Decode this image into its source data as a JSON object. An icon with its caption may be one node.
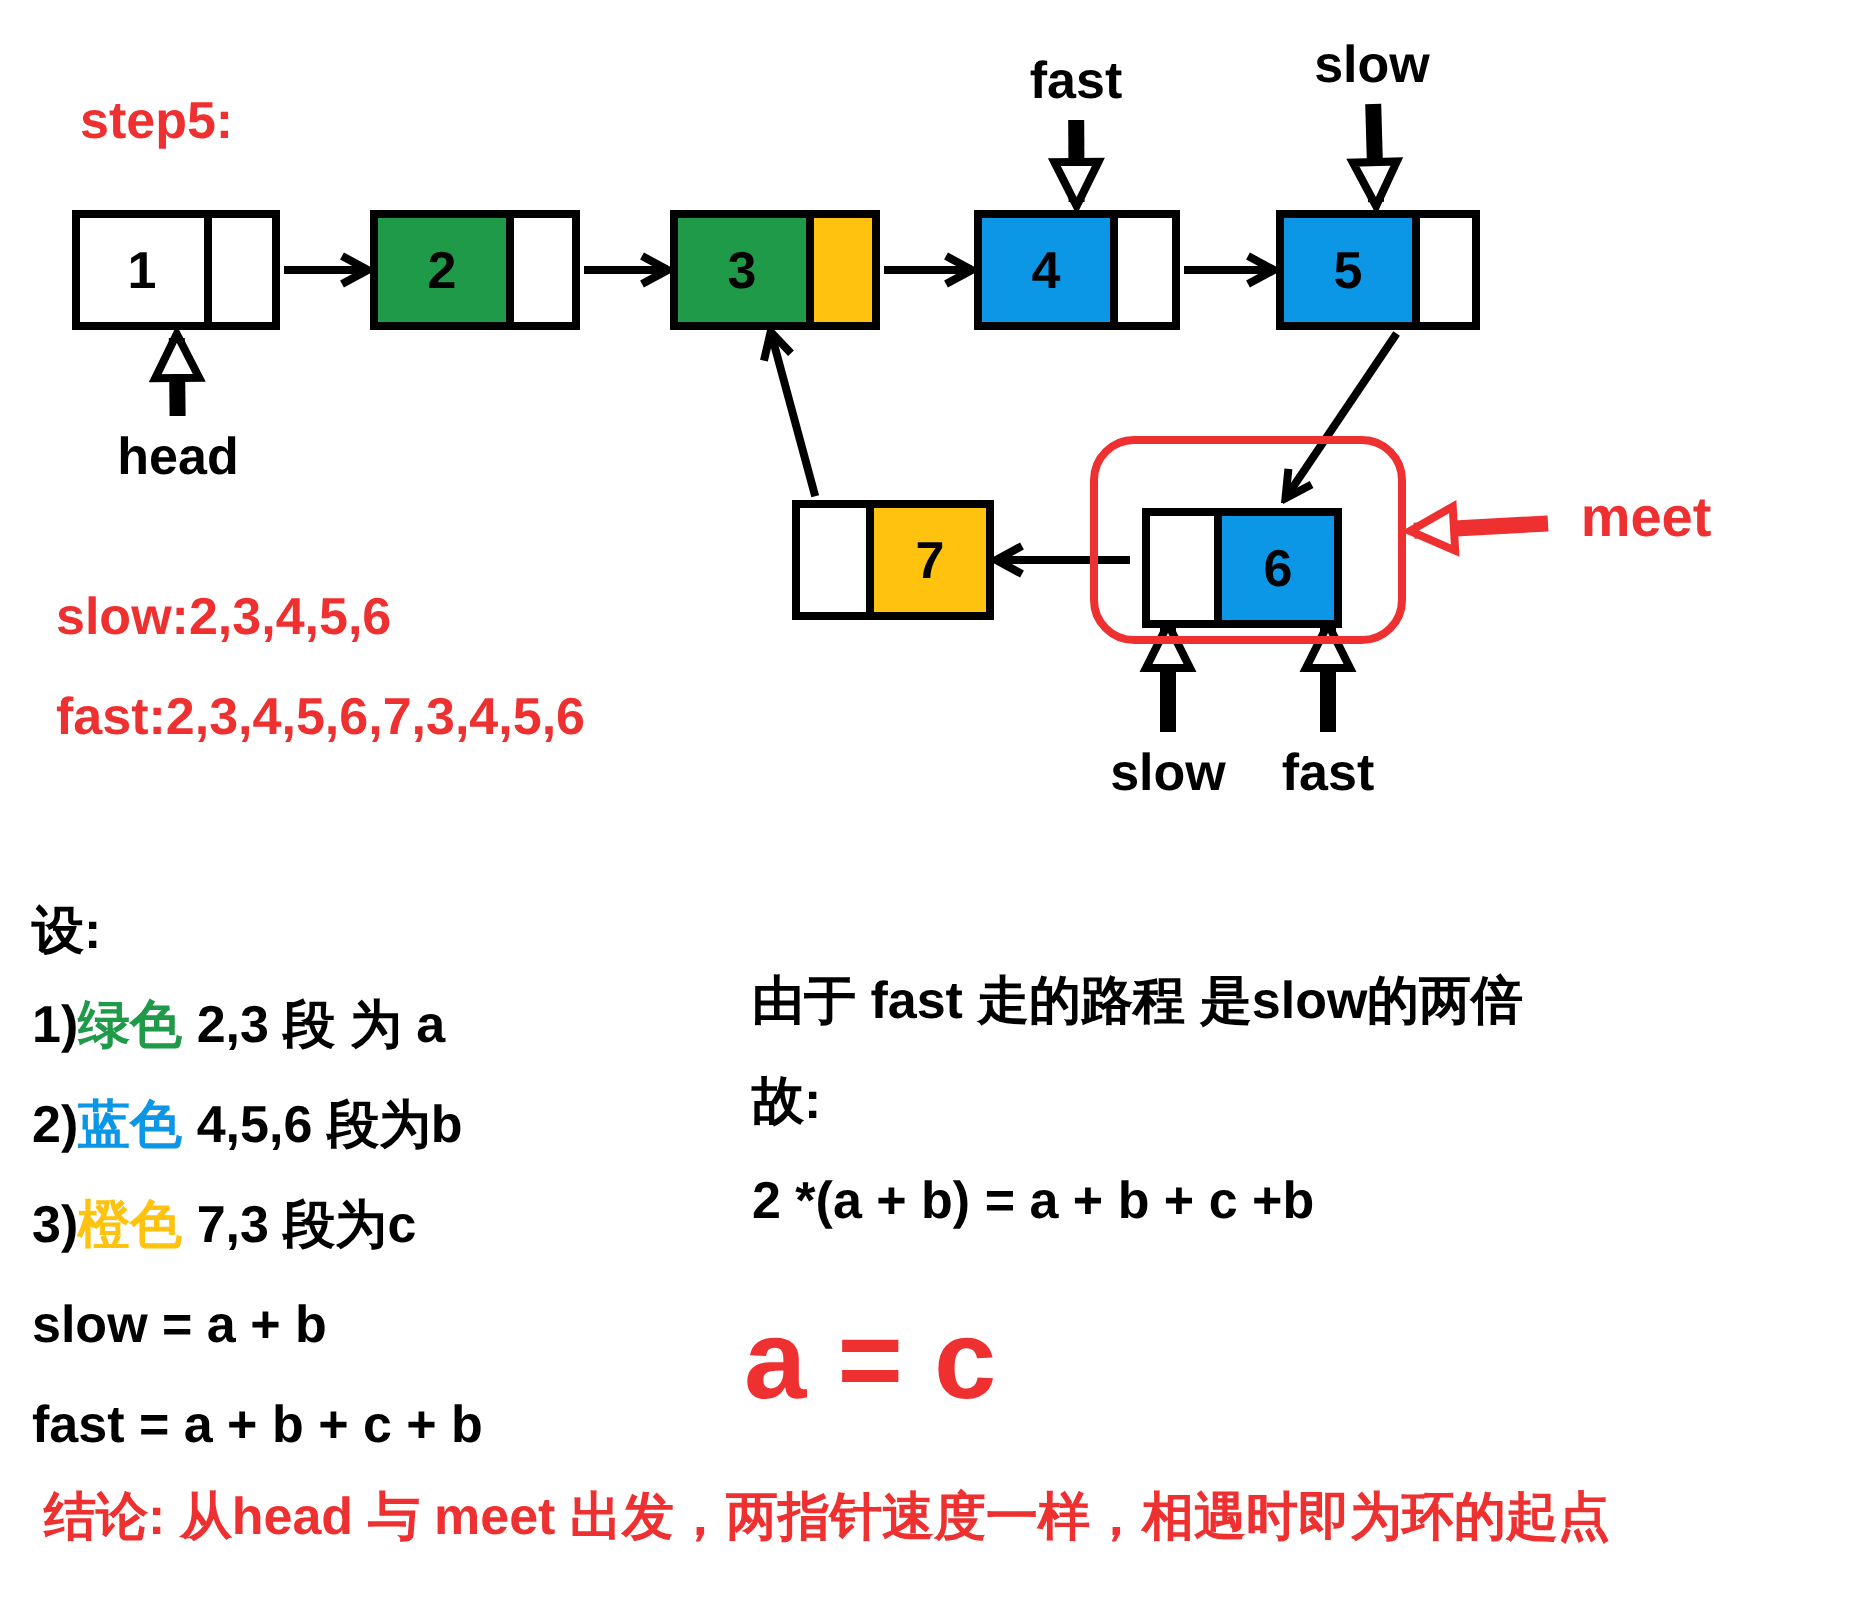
{
  "diagram": {
    "nodes": [
      {
        "text": [
          "1"
        ]
      },
      {
        "text": [
          "2"
        ]
      },
      {
        "text": [
          "3"
        ]
      },
      {
        "text": [
          "4"
        ]
      },
      {
        "text": [
          "5"
        ]
      },
      {
        "text": [],
        "shape": "box"
      },
      {
        "text": [
          "6"
        ],
        "in": 5
      },
      {
        "text": [
          "7"
        ]
      },
      {
        "text": [
          "head"
        ]
      },
      {
        "text": [
          "fast"
        ]
      },
      {
        "text": [
          "slow"
        ]
      },
      {
        "text": [
          "meet"
        ]
      },
      {
        "text": [
          "slow"
        ]
      },
      {
        "text": [
          "fast"
        ]
      }
    ],
    "edges": [
      {
        "from": 0,
        "to": 1,
        "arrow": "to"
      },
      {
        "from": 1,
        "to": 2,
        "arrow": "to"
      },
      {
        "from": 2,
        "to": 3,
        "arrow": "to"
      },
      {
        "from": 3,
        "to": 4,
        "arrow": "to"
      },
      {
        "from": 4,
        "to": 6,
        "arrow": "to"
      },
      {
        "from": 6,
        "to": 7,
        "arrow": "to"
      },
      {
        "from": 7,
        "to": 2,
        "arrow": "to"
      },
      {
        "from": 8,
        "to": 0,
        "arrow": "to",
        "style": "thick"
      },
      {
        "from": 9,
        "to": 3,
        "arrow": "to",
        "style": "thick"
      },
      {
        "from": 10,
        "to": 4,
        "arrow": "to",
        "style": "thick"
      },
      {
        "from": 11,
        "to": 5,
        "arrow": "to",
        "style": "thick",
        "color": "#ee3030"
      },
      {
        "from": 12,
        "to": 6,
        "arrow": "to",
        "style": "thick"
      },
      {
        "from": 13,
        "to": 6,
        "arrow": "to",
        "style": "thick"
      }
    ],
    "labels": [
      "step5:",
      "slow:2,3,4,5,6",
      "fast:2,3,4,5,6,7,3,4,5,6",
      "设:",
      "1)*绿色* 2,3 段 为 a",
      "2)*蓝色* 4,5,6 段为b",
      "3)*橙色* 7,3 段为c",
      "slow = a + b",
      "fast = a + b + c + b",
      "由于 fast 走的路程 是slow的两倍",
      "故:",
      "2 *(a + b) = a + b + c +b",
      "a = c",
      "结论: 从head 与 meet 出发，两指针速度一样，相遇时即为环的起点"
    ]
  }
}
